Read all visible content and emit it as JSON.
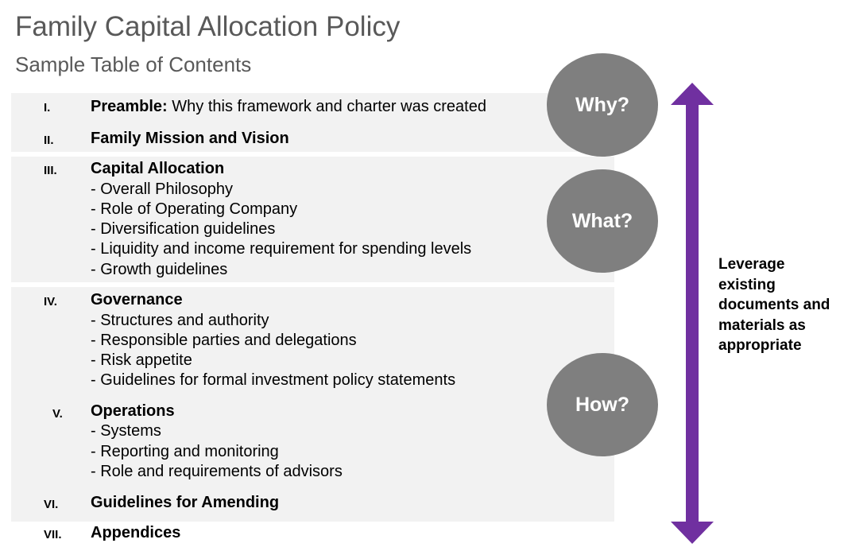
{
  "title": "Family Capital Allocation Policy",
  "subtitle": "Sample Table of Contents",
  "sections": [
    {
      "num": "I.",
      "heading": "Preamble:",
      "heading_rest": " Why this framework and charter was created",
      "items": []
    },
    {
      "num": "II.",
      "heading": "Family Mission and Vision",
      "items": []
    },
    {
      "num": "III.",
      "heading": "Capital Allocation",
      "items": [
        "- Overall Philosophy",
        "- Role of Operating Company",
        "- Diversification guidelines",
        "- Liquidity and income requirement for spending levels",
        "- Growth guidelines"
      ]
    },
    {
      "num": "IV.",
      "heading": "Governance",
      "items": [
        "- Structures and authority",
        "- Responsible parties and delegations",
        "- Risk appetite",
        "- Guidelines for formal investment policy statements"
      ]
    },
    {
      "num": "V.",
      "heading": "Operations",
      "items": [
        "- Systems",
        "- Reporting and monitoring",
        "- Role and requirements of advisors"
      ]
    },
    {
      "num": "VI.",
      "heading": "Guidelines for Amending",
      "items": []
    },
    {
      "num": "VII.",
      "heading": "Appendices",
      "items": []
    }
  ],
  "circles": [
    "Why?",
    "What?",
    "How?"
  ],
  "side_note": "Leverage existing documents and materials as appropriate",
  "colors": {
    "circle": "#7f7f7f",
    "arrow": "#7030a0",
    "band": "#f2f2f2",
    "title": "#595959"
  }
}
